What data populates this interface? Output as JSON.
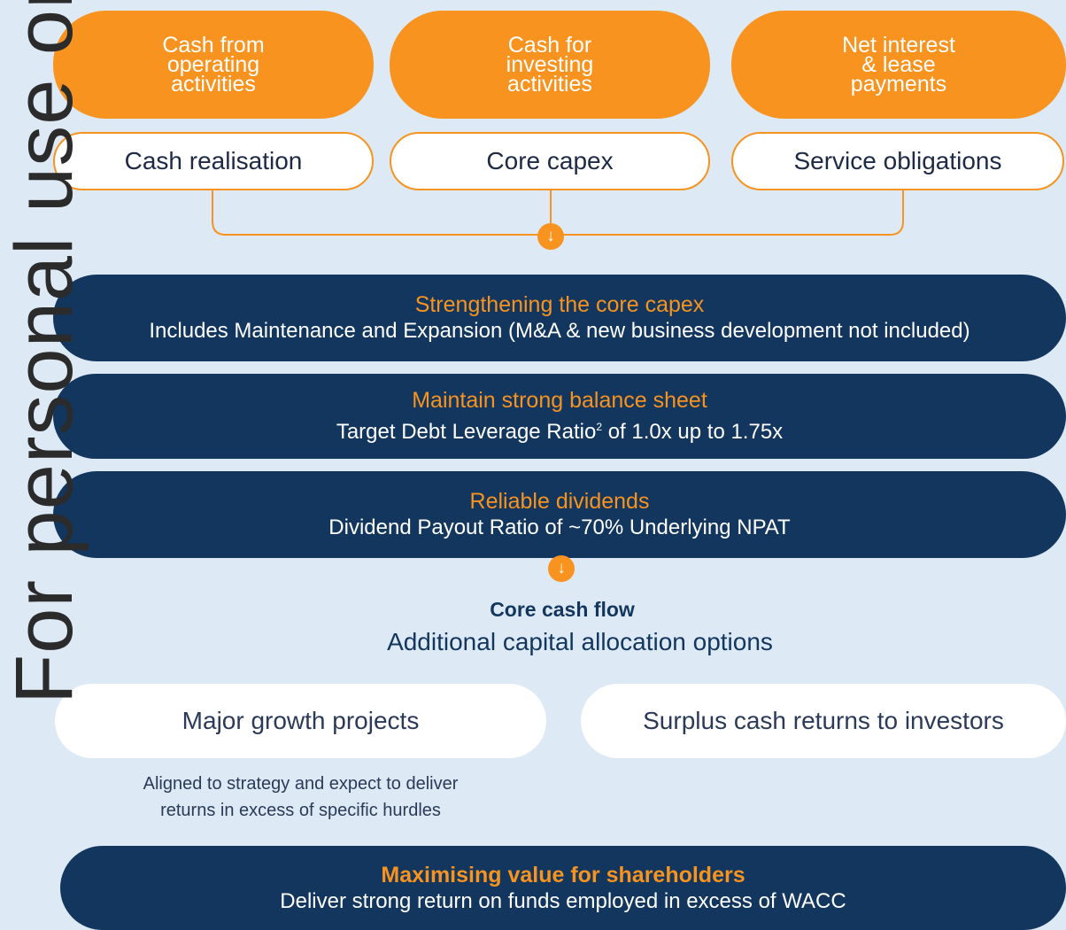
{
  "watermark": "For personal use only",
  "top_pills": [
    {
      "lines": [
        "Cash from",
        "operating",
        "activities"
      ],
      "sub": "Cash realisation"
    },
    {
      "lines": [
        "Cash for",
        "investing",
        "activities"
      ],
      "sub": "Core capex"
    },
    {
      "lines": [
        "Net interest",
        "& lease",
        "payments"
      ],
      "sub": "Service obligations"
    }
  ],
  "bars": [
    {
      "heading": "Strengthening the core capex",
      "text": "Includes Maintenance and Expansion (M&A & new business development not included)"
    },
    {
      "heading": "Maintain strong balance sheet",
      "text_before": "Target Debt Leverage Ratio",
      "sup": "2",
      "text_after": " of 1.0x up to 1.75x"
    },
    {
      "heading": "Reliable dividends",
      "text": "Dividend Payout Ratio of ~70% Underlying NPAT"
    }
  ],
  "core": {
    "title": "Core cash flow",
    "subtitle": "Additional capital allocation options"
  },
  "options": [
    {
      "label": "Major growth projects",
      "note_lines": [
        "Aligned to strategy and expect to deliver",
        "returns in excess of specific hurdles"
      ]
    },
    {
      "label": "Surplus cash returns to investors"
    }
  ],
  "final": {
    "heading": "Maximising value for shareholders",
    "text": "Deliver strong return on funds employed in excess of WACC"
  },
  "arrow_glyph": "↓",
  "colors": {
    "orange": "#f7931e",
    "navy": "#12365e",
    "background": "#dde9f5"
  }
}
